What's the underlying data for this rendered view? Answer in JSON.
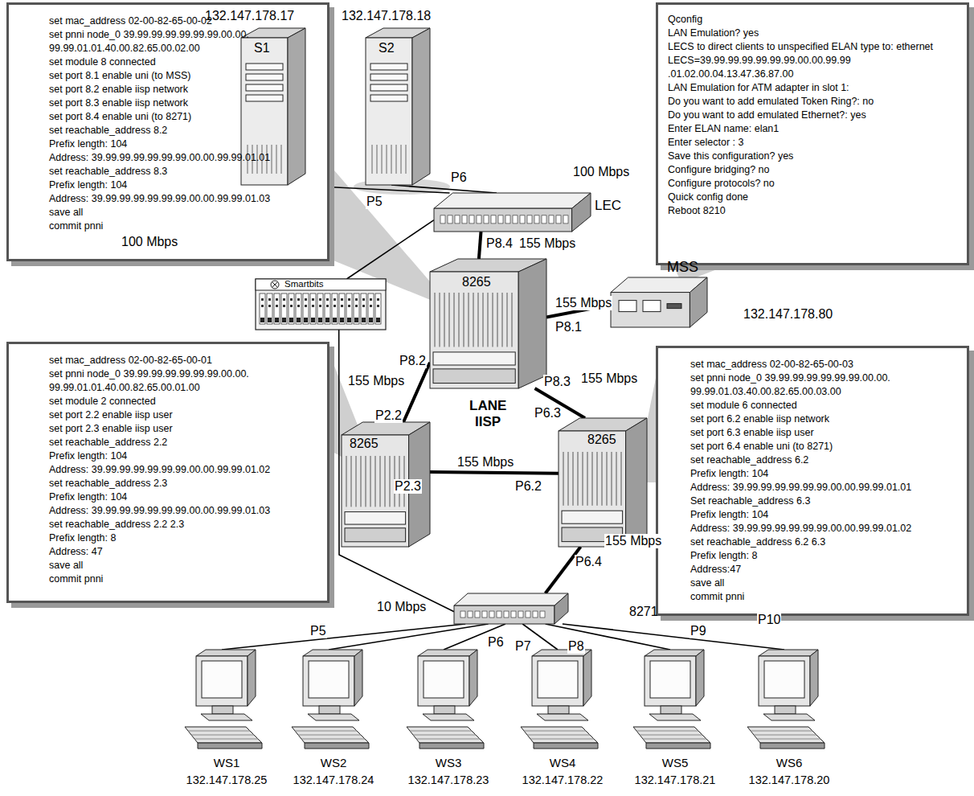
{
  "diagram": {
    "nodes": [
      {
        "text": [
          "set mac_address 02-00-82-65-00-02",
          "set pnni node_0 39.99.99.99.99.99.99.00.00.",
          "99.99.01.01.40.00.82.65.00.02.00",
          "set module 8 connected",
          "set port 8.1 enable uni (to MSS)",
          "set port 8.2 enable iisp network",
          "set port 8.3 enable iisp network",
          "set port 8.4 enable uni (to 8271)",
          "set reachable_address 8.2",
          "Prefix length: 104",
          "Address: 39.99.99.99.99.99.99.00.00.99.99.01.01",
          "set reachable_address 8.3",
          "Prefix length: 104",
          "Address:  39.99.99.99.99.99.99.00.00.99.99.01.03",
          "save all",
          "commit pnni"
        ]
      },
      {
        "text": [
          "132.147.178.17",
          "S1"
        ]
      },
      {
        "text": [
          "132.147.178.18",
          "S2"
        ]
      },
      {
        "text": [
          "Qconfig",
          "LAN Emulation? yes",
          "LECS to direct clients to unspecified ELAN type to: ethernet",
          "LECS=39.99.99.99.99.99.99.00.00.99.99",
          ".01.02.00.04.13.47.36.87.00",
          "LAN Emulation for ATM adapter in slot 1:",
          "Do you want to add emulated Token Ring?: no",
          "Do you want to add emulated Ethernet?: yes",
          "Enter ELAN name: elan1",
          "Enter selector : 3",
          "Save this configuration? yes",
          "Configure bridging? no",
          "Configure protocols? no",
          "Quick config done",
          "Reboot 8210"
        ]
      },
      {
        "text": [
          "LEC"
        ]
      },
      {
        "text": [
          "8265"
        ]
      },
      {
        "text": [
          "MSS",
          "132.147.178.80"
        ]
      },
      {
        "text": [
          "Smartbits"
        ]
      },
      {
        "text": [
          "set mac_address 02-00-82-65-00-01",
          "set pnni node_0 39.99.99.99.99.99.99.00.00.",
          "99.99.01.01.40.00.82.65.00.01.00",
          "set module 2 connected",
          "set port 2.2 enable iisp user",
          "set port 2.3 enable iisp user",
          "set reachable_address 2.2",
          "Prefix length: 104",
          "Address: 39.99.99.99.99.99.99.00.00.99.99.01.02",
          "set reachable_address 2.3",
          "Prefix length: 104",
          "Address: 39.99.99.99.99.99.99.00.00.99.99.01.03",
          "set reachable_address 2.2 2.3",
          "Prefix length: 8",
          "Address: 47",
          "save all",
          "commit pnni"
        ]
      },
      {
        "text": [
          "8265"
        ]
      },
      {
        "text": [
          "8265"
        ]
      },
      {
        "text": [
          "set mac_address 02-00-82-65-00-03",
          "set pnni node_0 39.99.99.99.99.99.99.00.00.",
          "99.99.01.03.40.00.82.65.00.03.00",
          "set module 6 connected",
          "set port 6.2 enable iisp network",
          "set port 6.3 enable iisp user",
          "set port 6.4 enable uni (to 8271)",
          "set reachable_address 6.2",
          "Prefix length: 104",
          "Address: 39.99.99.99.99.99.99.00.00.99.99.01.01",
          "Set reachable_address 6.3",
          "Prefix length: 104",
          "Address: 39.99.99.99.99.99.99.00.00.99.99.01.02",
          "set reachable_address 6.2 6.3",
          "Prefix length: 8",
          "Address:47",
          "save all",
          "commit pnni"
        ]
      },
      {
        "text": [
          "8271"
        ]
      },
      {
        "text": [
          "WS1",
          "132.147.178.25"
        ]
      },
      {
        "text": [
          "WS2",
          "132.147.178.24"
        ]
      },
      {
        "text": [
          "WS3",
          "132.147.178.23"
        ]
      },
      {
        "text": [
          "WS4",
          "132.147.178.22"
        ]
      },
      {
        "text": [
          "WS5",
          "132.147.178.21"
        ]
      },
      {
        "text": [
          "WS6",
          "132.147.178.20"
        ]
      }
    ],
    "edges": [
      {
        "from": 1,
        "to": 4,
        "label": "P5",
        "arrow": "none"
      },
      {
        "from": 2,
        "to": 4,
        "label": "P6",
        "arrow": "none"
      },
      {
        "from": 4,
        "to": 5,
        "label": "P8.4",
        "arrow": "none"
      },
      {
        "from": 5,
        "to": 6,
        "label": "P8.1",
        "arrow": "none"
      },
      {
        "from": 5,
        "to": 9,
        "label": "P8.2",
        "arrow": "none"
      },
      {
        "from": 5,
        "to": 10,
        "label": "P8.3",
        "arrow": "none"
      },
      {
        "from": 9,
        "to": 10,
        "label": "P2.3",
        "arrow": "none"
      },
      {
        "from": 10,
        "to": 12,
        "label": "P6.4",
        "arrow": "none"
      },
      {
        "from": 12,
        "to": 13,
        "label": "P5",
        "arrow": "none"
      },
      {
        "from": 12,
        "to": 14,
        "label": "P6",
        "arrow": "none"
      },
      {
        "from": 12,
        "to": 15,
        "label": "P7",
        "arrow": "none"
      },
      {
        "from": 12,
        "to": 16,
        "label": "P8",
        "arrow": "none"
      },
      {
        "from": 12,
        "to": 17,
        "label": "P9",
        "arrow": "none"
      },
      {
        "from": 12,
        "to": 18,
        "label": "P10",
        "arrow": "none"
      },
      {
        "from": 4,
        "to": 7,
        "arrow": "none"
      },
      {
        "from": 7,
        "to": 12,
        "arrow": "none"
      }
    ],
    "labels": [
      "100 Mbps",
      "100 Mbps",
      "155 Mbps",
      "155 Mbps",
      "155 Mbps",
      "155 Mbps",
      "P2.2",
      "P6.3",
      "LANE",
      "IISP",
      "155 Mbps",
      "P6.2",
      "155 Mbps",
      "10 Mbps"
    ]
  }
}
